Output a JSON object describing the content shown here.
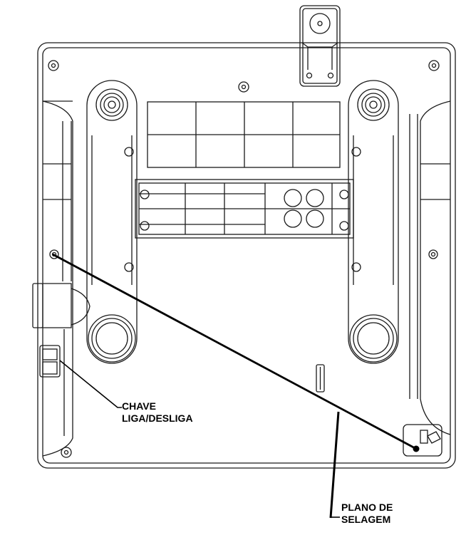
{
  "labels": {
    "switch": {
      "line1": "CHAVE",
      "line2": "LIGA/DESLIGA"
    },
    "seal": {
      "line1": "PLANO DE",
      "line2": "SELAGEM"
    }
  },
  "colors": {
    "line": "#000000",
    "background": "#ffffff",
    "stroke": "#1a1a1a"
  }
}
